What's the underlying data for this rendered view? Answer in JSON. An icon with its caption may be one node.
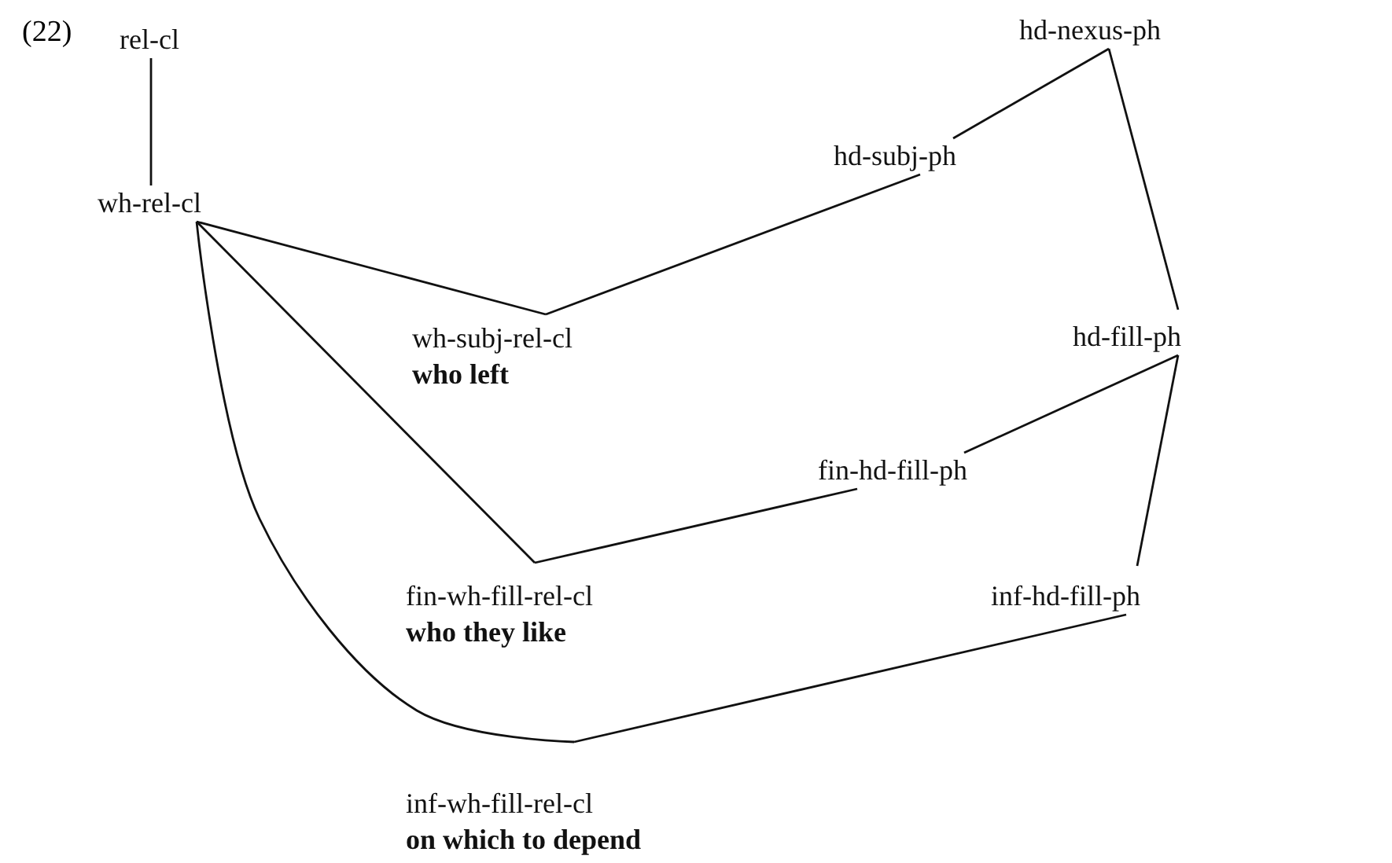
{
  "diagram": {
    "nodes": [
      {
        "text": [
          "rel-cl"
        ]
      },
      {
        "text": [
          "hd-nexus-ph"
        ]
      },
      {
        "text": [
          "hd-subj-ph"
        ]
      },
      {
        "text": [
          "wh-rel-cl"
        ]
      },
      {
        "text": [
          "wh-subj-rel-cl",
          "who left"
        ]
      },
      {
        "text": [
          "hd-fill-ph"
        ]
      },
      {
        "text": [
          "fin-hd-fill-ph"
        ]
      },
      {
        "text": [
          "fin-wh-fill-rel-cl",
          "who they like"
        ]
      },
      {
        "text": [
          "inf-hd-fill-ph"
        ]
      },
      {
        "text": [
          "inf-wh-fill-rel-cl",
          "on which to depend"
        ]
      }
    ],
    "edges": [
      {
        "from": 0,
        "to": 3,
        "arrow": "none"
      },
      {
        "from": 1,
        "to": 2,
        "arrow": "none"
      },
      {
        "from": 1,
        "to": 5,
        "arrow": "none"
      },
      {
        "from": 3,
        "to": 4,
        "arrow": "none"
      },
      {
        "from": 2,
        "to": 4,
        "arrow": "none"
      },
      {
        "from": 3,
        "to": 7,
        "arrow": "none"
      },
      {
        "from": 5,
        "to": 6,
        "arrow": "none"
      },
      {
        "from": 5,
        "to": 8,
        "arrow": "none"
      },
      {
        "from": 6,
        "to": 7,
        "arrow": "none"
      },
      {
        "from": 3,
        "to": 9,
        "arrow": "none"
      },
      {
        "from": 8,
        "to": 9,
        "arrow": "none"
      }
    ],
    "labels": [
      "(22)"
    ]
  }
}
